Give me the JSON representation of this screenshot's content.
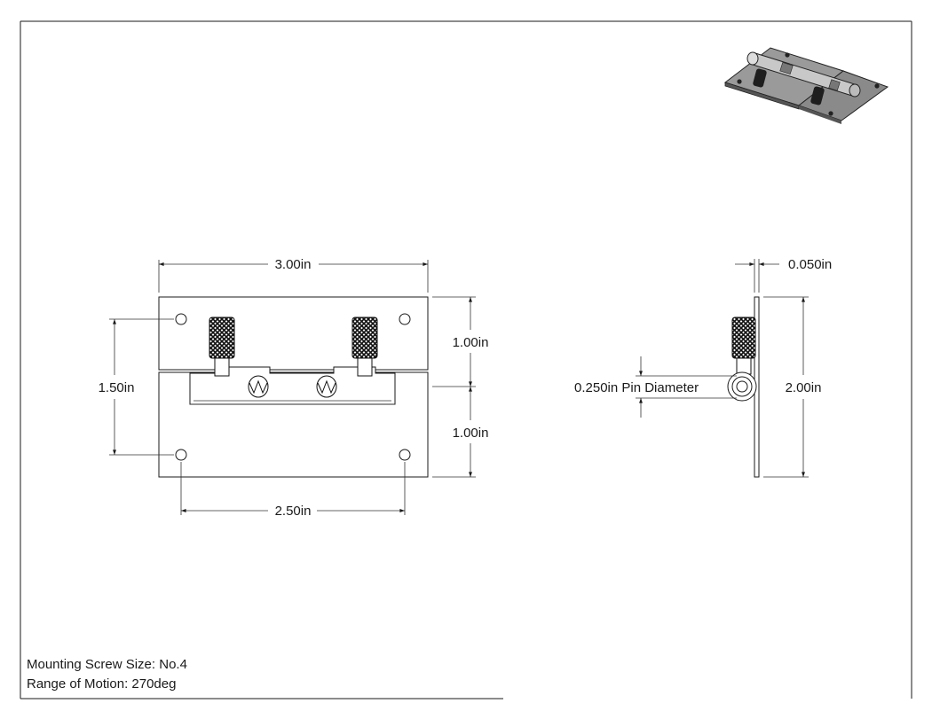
{
  "dimensions": {
    "overall_width": "3.00in",
    "upper_leaf_height": "1.00in",
    "lower_leaf_height": "1.00in",
    "hole_vertical_spacing": "1.50in",
    "hole_horizontal_spacing": "2.50in",
    "leaf_thickness": "0.050in",
    "pin_diameter": "0.250in Pin Diameter",
    "overall_height": "2.00in"
  },
  "notes": {
    "screw_size": "Mounting Screw Size: No.4",
    "range_of_motion": "Range of Motion: 270deg"
  }
}
